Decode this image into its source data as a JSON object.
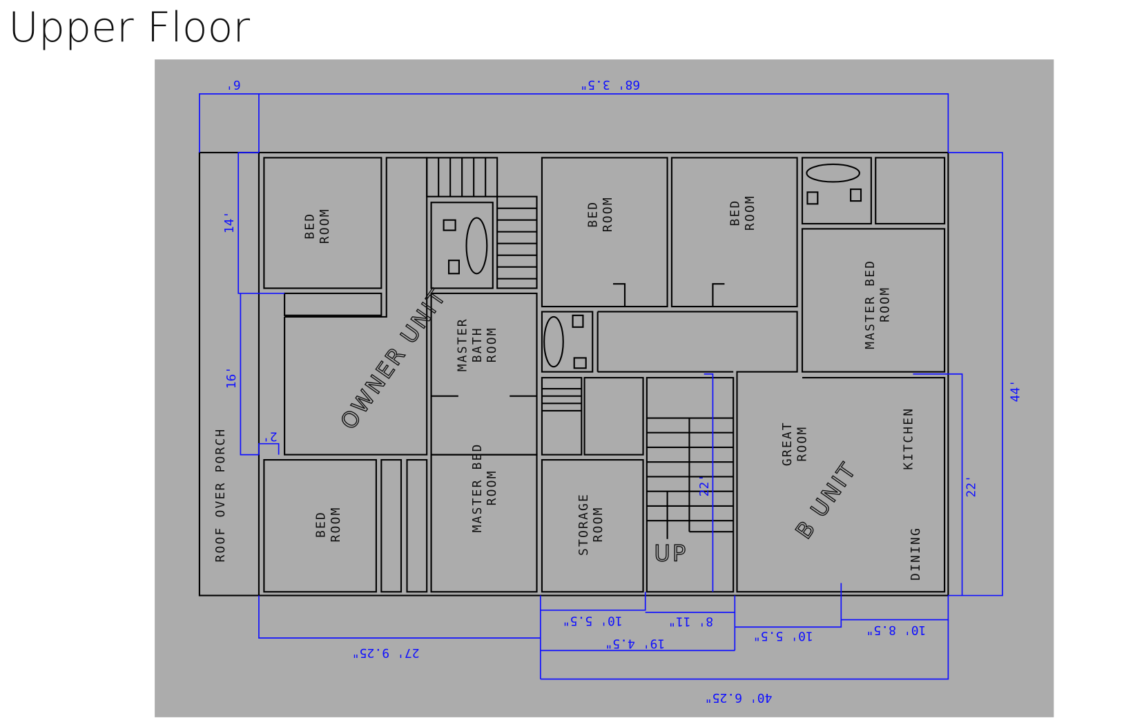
{
  "title": "Upper Floor",
  "colors": {
    "background": "#acacac",
    "walls": "#000000",
    "dimensions": "#1010ff"
  },
  "rooms": {
    "bed_tl": [
      "BED",
      "ROOM"
    ],
    "bed_bl": [
      "BED",
      "ROOM"
    ],
    "bed_2": [
      "BED",
      "ROOM"
    ],
    "bed_3": [
      "BED",
      "ROOM"
    ],
    "master_bath": [
      "MASTER",
      "BATH",
      "ROOM"
    ],
    "master_bed_left": [
      "MASTER BED",
      "ROOM"
    ],
    "master_bed_right": [
      "MASTER BED",
      "ROOM"
    ],
    "storage": [
      "STORAGE",
      "ROOM"
    ],
    "great_room": [
      "GREAT",
      "ROOM"
    ],
    "kitchen": "KITCHEN",
    "dining": "DINING",
    "porch": "ROOF OVER PORCH",
    "owner_unit": "OWNER UNIT",
    "b_unit": "B UNIT",
    "up": "UP"
  },
  "dimensions": {
    "porch_width": "6'",
    "total_width": "68' 3.5\"",
    "left_upper": "14'",
    "left_lower": "16'",
    "small": "2'",
    "total_depth": "44'",
    "right_22": "22'",
    "stair_22": "22'",
    "storage_w": "10' 5.5\"",
    "stair_w": "8' 11\"",
    "combined": "19' 4.5\"",
    "owner_w": "27' 9.25\"",
    "great_w": "10' 5.5\"",
    "kitchen_w": "10' 8.5\"",
    "b_unit_w": "40' 6.25\""
  }
}
